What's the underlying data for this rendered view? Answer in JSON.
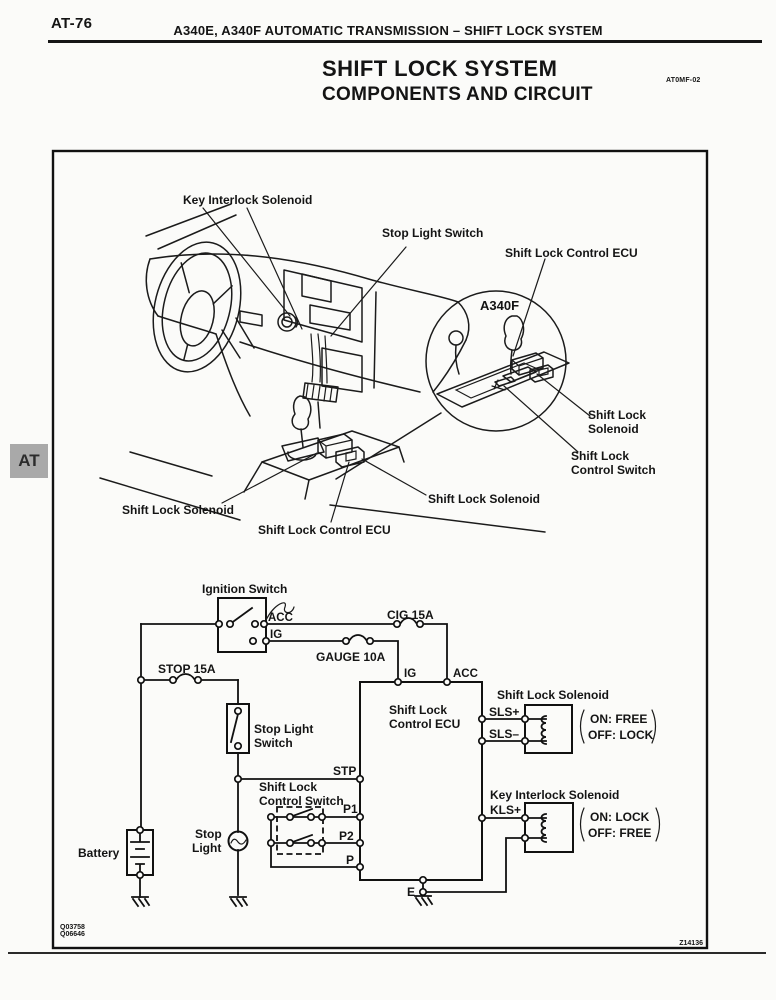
{
  "page": {
    "page_number": "AT-76",
    "header": "A340E, A340F AUTOMATIC TRANSMISSION – SHIFT LOCK SYSTEM",
    "title_line1": "SHIFT LOCK SYSTEM",
    "title_line2": "COMPONENTS AND CIRCUIT",
    "doc_code": "AT0MF-02",
    "side_tab": "AT",
    "figure_codes": [
      "Q03758",
      "Q06646"
    ],
    "figure_number": "Z14136"
  },
  "illustration": {
    "labels": {
      "key_interlock_solenoid": "Key Interlock Solenoid",
      "stop_light_switch": "Stop Light Switch",
      "shift_lock_control_ecu_top": "Shift Lock Control ECU",
      "inset_model": "A340F",
      "inset_solenoid_line1": "Shift Lock",
      "inset_solenoid_line2": "Solenoid",
      "inset_switch_line1": "Shift Lock",
      "inset_switch_line2": "Control Switch",
      "solenoid_right": "Shift Lock Solenoid",
      "solenoid_left": "Shift Lock Solenoid",
      "ecu_bottom": "Shift Lock Control ECU"
    }
  },
  "circuit": {
    "ignition_switch": "Ignition Switch",
    "acc": "ACC",
    "ig": "IG",
    "cig_fuse": "CIG 15A",
    "gauge_fuse": "GAUGE 10A",
    "stop_fuse": "STOP 15A",
    "stop_light_switch_line1": "Stop Light",
    "stop_light_switch_line2": "Switch",
    "ecu_line1": "Shift Lock",
    "ecu_line2": "Control ECU",
    "ecu_ig": "IG",
    "ecu_acc": "ACC",
    "stp": "STP",
    "p1": "P1",
    "p2": "P2",
    "p": "P",
    "e": "E",
    "sls_plus": "SLS+",
    "sls_minus": "SLS–",
    "kls_plus": "KLS+",
    "shift_lock_solenoid": "Shift Lock Solenoid",
    "sls_note_on": "ON: FREE",
    "sls_note_off": "OFF: LOCK",
    "key_interlock_solenoid": "Key Interlock Solenoid",
    "kls_note_on": "ON: LOCK",
    "kls_note_off": "OFF: FREE",
    "control_switch_line1": "Shift Lock",
    "control_switch_line2": "Control Switch",
    "battery": "Battery",
    "stop_light_line1": "Stop",
    "stop_light_line2": "Light"
  }
}
